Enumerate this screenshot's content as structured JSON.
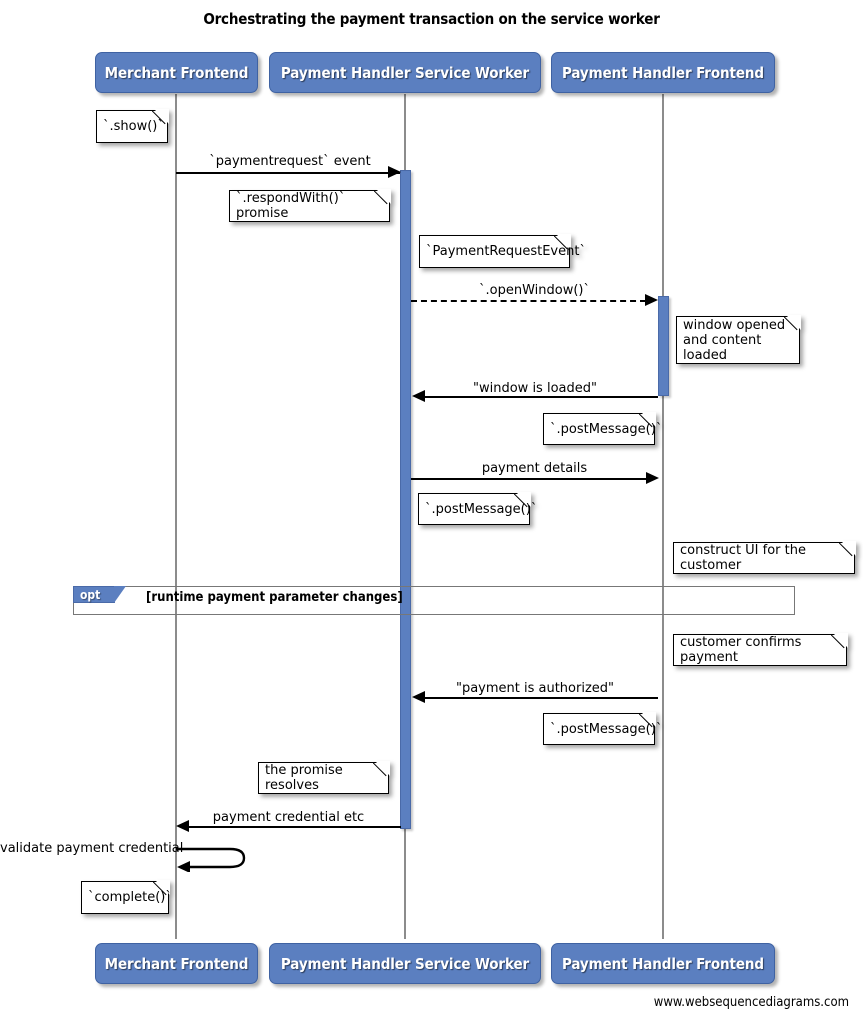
{
  "title": "Orchestrating the payment transaction on the service worker",
  "footer": "www.websequencediagrams.com",
  "colors": {
    "participant_fill": "#5b7fc0",
    "activation_fill": "#5b7fc0",
    "lifeline": "#8c8c8c",
    "note_fill": "#ffffff",
    "line": "#000000"
  },
  "participants": [
    {
      "id": "merchant",
      "label": "Merchant Frontend"
    },
    {
      "id": "sw",
      "label": "Payment Handler Service Worker"
    },
    {
      "id": "frontend",
      "label": "Payment Handler Frontend"
    }
  ],
  "participants_bottom": [
    {
      "id": "merchant",
      "label": "Merchant Frontend"
    },
    {
      "id": "sw",
      "label": "Payment Handler Service Worker"
    },
    {
      "id": "frontend",
      "label": "Payment Handler Frontend"
    }
  ],
  "messages": [
    {
      "id": "paymentrequest",
      "label": "`paymentrequest` event",
      "from": "merchant",
      "to": "sw",
      "style": "solid",
      "direction": "right"
    },
    {
      "id": "openwindow",
      "label": "`.openWindow()`",
      "from": "sw",
      "to": "frontend",
      "style": "dashed",
      "direction": "right"
    },
    {
      "id": "window-loaded",
      "label": "\"window is loaded\"",
      "from": "frontend",
      "to": "sw",
      "style": "solid",
      "direction": "left"
    },
    {
      "id": "payment-details",
      "label": "payment details",
      "from": "sw",
      "to": "frontend",
      "style": "solid",
      "direction": "right"
    },
    {
      "id": "payment-authorized",
      "label": "\"payment is authorized\"",
      "from": "frontend",
      "to": "sw",
      "style": "solid",
      "direction": "left"
    },
    {
      "id": "payment-credential",
      "label": "payment credential etc",
      "from": "sw",
      "to": "merchant",
      "style": "solid",
      "direction": "left"
    },
    {
      "id": "validate",
      "label": "validate payment credential",
      "from": "merchant",
      "to": "merchant",
      "style": "self",
      "direction": "left"
    }
  ],
  "notes": [
    {
      "id": "show",
      "text": "`.show()`"
    },
    {
      "id": "respondwith",
      "text": "`.respondWith()` promise"
    },
    {
      "id": "paymentrequestevent",
      "text": "`PaymentRequestEvent`"
    },
    {
      "id": "window-opened",
      "text": "window opened\nand content loaded"
    },
    {
      "id": "postmessage-1",
      "text": "`.postMessage()`"
    },
    {
      "id": "postmessage-2",
      "text": "`.postMessage()`"
    },
    {
      "id": "construct-ui",
      "text": "construct UI for the customer"
    },
    {
      "id": "customer-confirms",
      "text": "customer confirms payment"
    },
    {
      "id": "postmessage-3",
      "text": "`.postMessage()`"
    },
    {
      "id": "promise-resolves",
      "text": "the promise resolves"
    },
    {
      "id": "complete",
      "text": "`complete()`"
    }
  ],
  "fragments": [
    {
      "id": "opt",
      "operator": "opt",
      "condition": "[runtime payment parameter changes]"
    }
  ]
}
